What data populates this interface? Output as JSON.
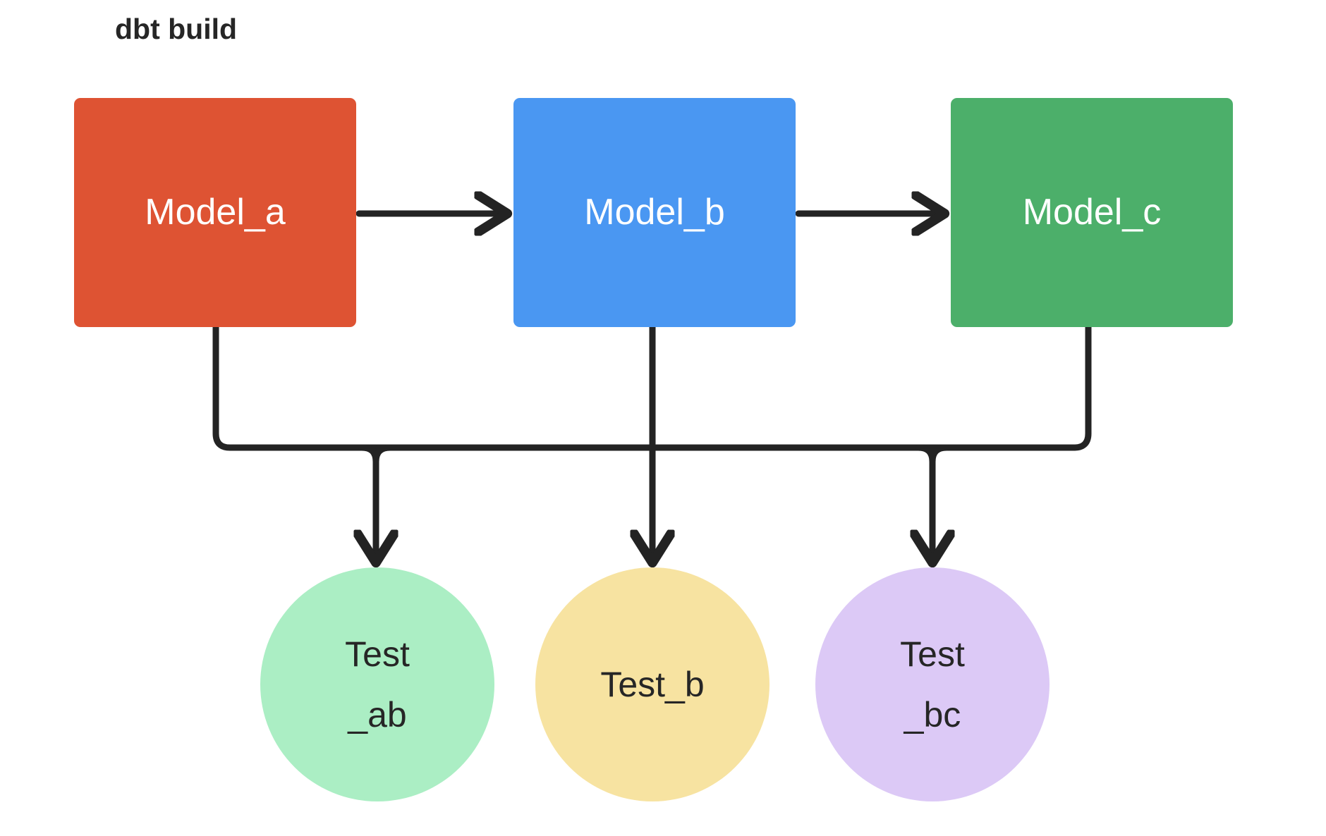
{
  "diagram": {
    "title": "dbt build",
    "background_color": "#ffffff",
    "edge_color": "#232323",
    "nodes": {
      "model_a": {
        "label": "Model_a",
        "shape": "rectangle",
        "fill": "#DE5333",
        "text_color": "#ffffff"
      },
      "model_b": {
        "label": "Model_b",
        "shape": "rectangle",
        "fill": "#4A97F2",
        "text_color": "#ffffff"
      },
      "model_c": {
        "label": "Model_c",
        "shape": "rectangle",
        "fill": "#4CAF6A",
        "text_color": "#ffffff"
      },
      "test_ab": {
        "label": "Test\n_ab",
        "shape": "circle",
        "fill": "#ABEEC4",
        "text_color": "#262626"
      },
      "test_b": {
        "label": "Test_b",
        "shape": "circle",
        "fill": "#F7E3A1",
        "text_color": "#262626"
      },
      "test_bc": {
        "label": "Test\n_bc",
        "shape": "circle",
        "fill": "#DCC9F6",
        "text_color": "#262626"
      }
    },
    "edges": [
      {
        "from": "model_a",
        "to": "model_b",
        "style": "arrow-right"
      },
      {
        "from": "model_b",
        "to": "model_c",
        "style": "arrow-right"
      },
      {
        "from": "model_a",
        "to": "test_ab",
        "style": "elbow-down"
      },
      {
        "from": "model_b",
        "to": "test_ab",
        "style": "elbow-down"
      },
      {
        "from": "model_b",
        "to": "test_b",
        "style": "straight-down"
      },
      {
        "from": "model_b",
        "to": "test_bc",
        "style": "elbow-down"
      },
      {
        "from": "model_c",
        "to": "test_bc",
        "style": "elbow-down"
      }
    ]
  }
}
